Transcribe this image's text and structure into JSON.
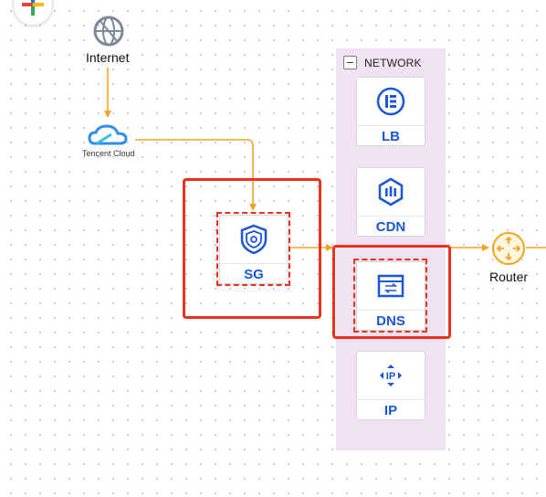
{
  "nodes": {
    "internet_label": "Internet",
    "tencent_label": "Tencent Cloud",
    "router_label": "Router",
    "sg_label": "SG"
  },
  "network_group": {
    "title": "NETWORK",
    "items": [
      {
        "label": "LB",
        "icon": "load-balancer-icon"
      },
      {
        "label": "CDN",
        "icon": "cdn-icon"
      },
      {
        "label": "DNS",
        "icon": "dns-icon"
      },
      {
        "label": "IP",
        "icon": "ip-icon"
      }
    ]
  },
  "colors": {
    "connector": "#f4a320",
    "selection": "#e8331e",
    "group_bg": "#f1e2f3",
    "node_label": "#1a56d6"
  }
}
